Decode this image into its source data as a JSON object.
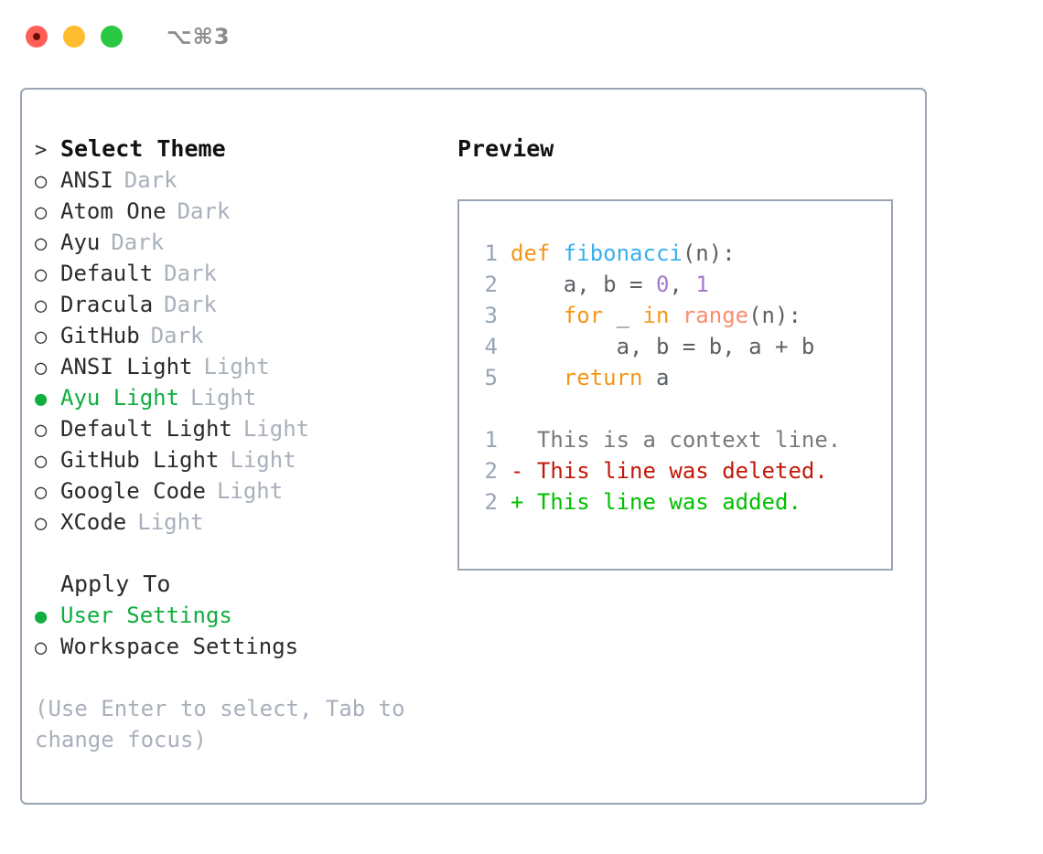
{
  "titlebar": {
    "shortcut": "⌥⌘3",
    "dots": [
      {
        "name": "close",
        "color": "#FF5F57"
      },
      {
        "name": "minimize",
        "color": "#FEBC2E"
      },
      {
        "name": "zoom",
        "color": "#28C840"
      }
    ]
  },
  "theme_list": {
    "header": "Select Theme",
    "header_marker": ">",
    "items": [
      {
        "marker": "○",
        "label": "ANSI",
        "variant": "Dark",
        "selected": false
      },
      {
        "marker": "○",
        "label": "Atom One",
        "variant": "Dark",
        "selected": false
      },
      {
        "marker": "○",
        "label": "Ayu",
        "variant": "Dark",
        "selected": false
      },
      {
        "marker": "○",
        "label": "Default",
        "variant": "Dark",
        "selected": false
      },
      {
        "marker": "○",
        "label": "Dracula",
        "variant": "Dark",
        "selected": false
      },
      {
        "marker": "○",
        "label": "GitHub",
        "variant": "Dark",
        "selected": false
      },
      {
        "marker": "○",
        "label": "ANSI Light",
        "variant": "Light",
        "selected": false
      },
      {
        "marker": "●",
        "label": "Ayu Light",
        "variant": "Light",
        "selected": true
      },
      {
        "marker": "○",
        "label": "Default Light",
        "variant": "Light",
        "selected": false
      },
      {
        "marker": "○",
        "label": "GitHub Light",
        "variant": "Light",
        "selected": false
      },
      {
        "marker": "○",
        "label": "Google Code",
        "variant": "Light",
        "selected": false
      },
      {
        "marker": "○",
        "label": "XCode",
        "variant": "Light",
        "selected": false
      }
    ]
  },
  "apply_to": {
    "header": "Apply To",
    "items": [
      {
        "marker": "●",
        "label": "User Settings",
        "selected": true
      },
      {
        "marker": "○",
        "label": "Workspace Settings",
        "selected": false
      }
    ]
  },
  "hint": "(Use Enter to select, Tab to change focus)",
  "preview": {
    "header": "Preview",
    "code_lines": [
      {
        "lineno": "1",
        "tokens": [
          {
            "text": "def ",
            "cls": "tok-kw"
          },
          {
            "text": "fibonacci",
            "cls": "tok-fn"
          },
          {
            "text": "(n):",
            "cls": "tok-punct"
          }
        ]
      },
      {
        "lineno": "2",
        "tokens": [
          {
            "text": "    a, b = ",
            "cls": "tok-plain"
          },
          {
            "text": "0",
            "cls": "tok-num"
          },
          {
            "text": ", ",
            "cls": "tok-plain"
          },
          {
            "text": "1",
            "cls": "tok-num"
          }
        ]
      },
      {
        "lineno": "3",
        "tokens": [
          {
            "text": "    for ",
            "cls": "tok-kw"
          },
          {
            "text": "_ ",
            "cls": "tok-plain"
          },
          {
            "text": "in ",
            "cls": "tok-kw"
          },
          {
            "text": "range",
            "cls": "tok-builtin"
          },
          {
            "text": "(n):",
            "cls": "tok-punct"
          }
        ]
      },
      {
        "lineno": "4",
        "tokens": [
          {
            "text": "        a, b = b, a + b",
            "cls": "tok-plain"
          }
        ]
      },
      {
        "lineno": "5",
        "tokens": [
          {
            "text": "    return ",
            "cls": "tok-kw"
          },
          {
            "text": "a",
            "cls": "tok-plain"
          }
        ]
      }
    ],
    "diff_lines": [
      {
        "lineno": "1",
        "prefix": "  ",
        "text": "This is a context line.",
        "cls": "diff-context"
      },
      {
        "lineno": "2",
        "prefix": "- ",
        "text": "This line was deleted.",
        "cls": "diff-del"
      },
      {
        "lineno": "2",
        "prefix": "+ ",
        "text": "This line was added.",
        "cls": "diff-add"
      }
    ]
  },
  "colors": {
    "accent_green": "#0FAE3F",
    "muted": "#A8B0BB",
    "border": "#9AA5B4",
    "keyword": "#F29718",
    "function": "#39AFEE",
    "builtin": "#FA8D70",
    "number": "#A37ACC",
    "diff_deleted": "#C21807",
    "diff_added": "#00C000"
  }
}
